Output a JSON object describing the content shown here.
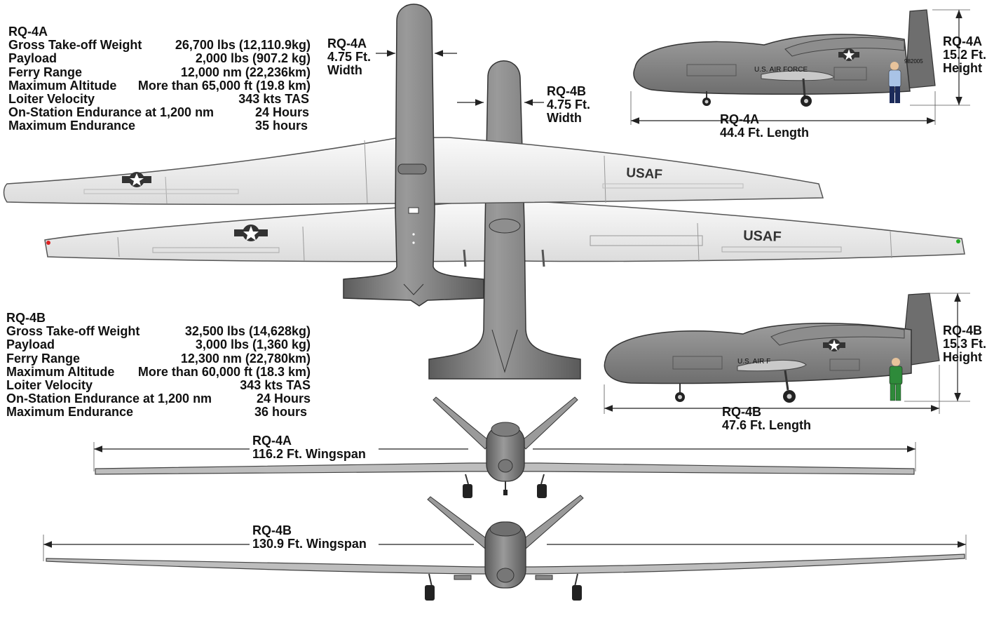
{
  "rq4a_specs": {
    "title": "RQ-4A",
    "rows": [
      {
        "label": "Gross Take-off Weight",
        "value": "26,700 lbs (12,110.9kg)"
      },
      {
        "label": "Payload",
        "value": "2,000 lbs (907.2 kg)"
      },
      {
        "label": "Ferry Range",
        "value": "12,000 nm (22,236km)"
      },
      {
        "label": "Maximum Altitude",
        "value": "More than 65,000 ft (19.8 km)"
      },
      {
        "label": "Loiter Velocity",
        "value": "343 kts TAS"
      },
      {
        "label": "On-Station Endurance at 1,200 nm",
        "value": "24 Hours"
      },
      {
        "label": "Maximum Endurance",
        "value": "35 hours"
      }
    ]
  },
  "rq4b_specs": {
    "title": "RQ-4B",
    "rows": [
      {
        "label": "Gross Take-off Weight",
        "value": "32,500 lbs (14,628kg)"
      },
      {
        "label": "Payload",
        "value": "3,000 lbs (1,360 kg)"
      },
      {
        "label": "Ferry Range",
        "value": "12,300 nm (22,780km)"
      },
      {
        "label": "Maximum Altitude",
        "value": "More than 60,000 ft (18.3 km)"
      },
      {
        "label": "Loiter Velocity",
        "value": "343 kts TAS"
      },
      {
        "label": "On-Station Endurance at 1,200 nm",
        "value": "24 Hours"
      },
      {
        "label": "Maximum Endurance",
        "value": "36 hours"
      }
    ]
  },
  "dimensions": {
    "rq4a_width": {
      "model": "RQ-4A",
      "value": "4.75 Ft.",
      "name": "Width"
    },
    "rq4b_width": {
      "model": "RQ-4B",
      "value": "4.75 Ft.",
      "name": "Width"
    },
    "rq4a_height": {
      "model": "RQ-4A",
      "value": "15.2 Ft.",
      "name": "Height"
    },
    "rq4b_height": {
      "model": "RQ-4B",
      "value": "15.3 Ft.",
      "name": "Height"
    },
    "rq4a_length": {
      "model": "RQ-4A",
      "value": "44.4 Ft. Length"
    },
    "rq4b_length": {
      "model": "RQ-4B",
      "value": "47.6 Ft. Length"
    },
    "rq4a_wingspan": {
      "model": "RQ-4A",
      "value": "116.2 Ft. Wingspan"
    },
    "rq4b_wingspan": {
      "model": "RQ-4B",
      "value": "130.9 Ft. Wingspan"
    }
  },
  "markings": {
    "usaf": "USAF",
    "us_air_force": "U.S. AIR FORCE",
    "us_air_force_partial": "U.S. AIR F",
    "serial": "982005"
  },
  "colors": {
    "fuselage": "#8a8a8a",
    "wing": "#f1f1f1",
    "pilot_blue": "#a9c3e6",
    "pilot_green": "#2e8a3a"
  }
}
